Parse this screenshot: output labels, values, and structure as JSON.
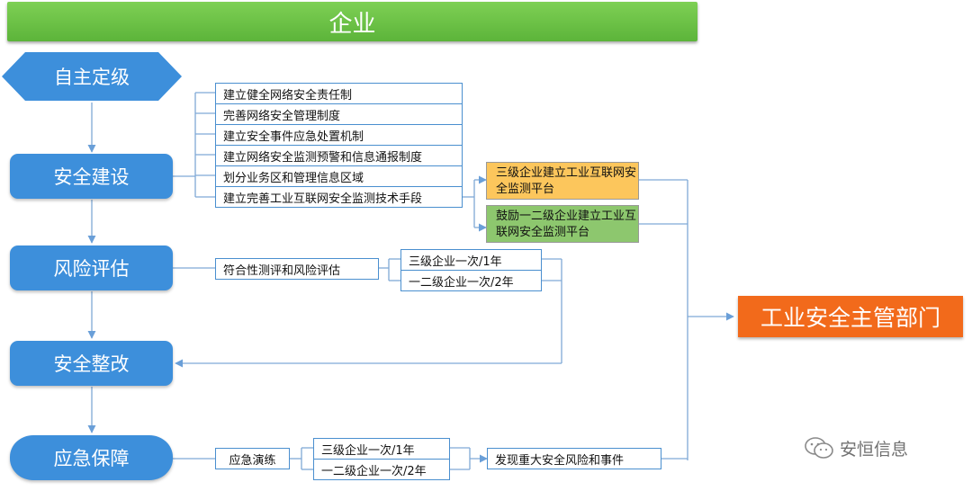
{
  "banner": {
    "title": "企业"
  },
  "stages": {
    "grading": "自主定级",
    "construction": "安全建设",
    "risk": "风险评估",
    "rectification": "安全整改",
    "emergency": "应急保障"
  },
  "construction_items": [
    "建立健全网络安全责任制",
    "完善网络安全管理制度",
    "建立安全事件应急处置机制",
    "建立网络安全监测预警和信息通报制度",
    "划分业务区和管理信息区域",
    "建立完善工业互联网安全监测技术手段"
  ],
  "platform_notes": {
    "level3": "三级企业建立工业互联网安全监测平台",
    "level12": "鼓励一二级企业建立工业互联网安全监测平台"
  },
  "risk": {
    "item": "符合性测评和风险评估",
    "freq_level3": "三级企业一次/1年",
    "freq_level12": "一二级企业一次/2年"
  },
  "emergency": {
    "item": "应急演练",
    "freq_level3": "三级企业一次/1年",
    "freq_level12": "一二级企业一次/2年",
    "outcome": "发现重大安全风险和事件"
  },
  "authority": "工业安全主管部门",
  "watermark": "安恒信息",
  "colors": {
    "banner": "#66bb44",
    "stage": "#3d8fdb",
    "level3_note": "#fcc65c",
    "level12_note": "#8dc76e",
    "authority": "#f26a1b",
    "box_border": "#4a8fcf",
    "connector": "#7fa9d6"
  }
}
